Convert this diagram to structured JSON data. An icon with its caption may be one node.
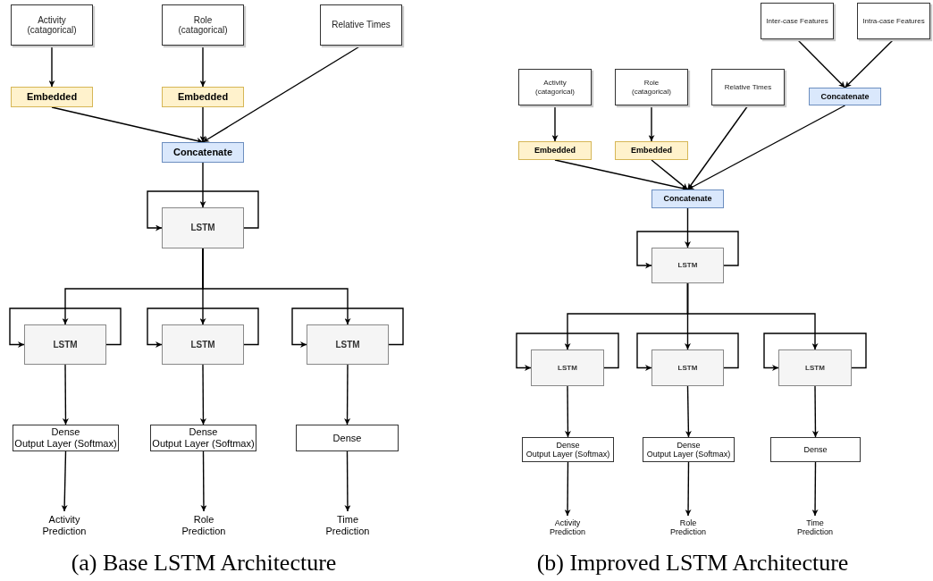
{
  "diagram": {
    "nodes": [
      {
        "text": [
          "Activity (catagorical)"
        ]
      },
      {
        "text": [
          "Role (catagorical)"
        ]
      },
      {
        "text": [
          "Relative Times"
        ]
      },
      {
        "text": [
          "Embedded"
        ]
      },
      {
        "text": [
          "Embedded"
        ]
      },
      {
        "text": [
          "Concatenate"
        ]
      },
      {
        "text": [
          "LSTM"
        ]
      },
      {
        "text": [
          "LSTM"
        ]
      },
      {
        "text": [
          "LSTM"
        ]
      },
      {
        "text": [
          "LSTM"
        ]
      },
      {
        "text": [
          "Dense",
          "Output Layer (Softmax)"
        ]
      },
      {
        "text": [
          "Dense",
          "Output Layer (Softmax)"
        ]
      },
      {
        "text": [
          "Dense"
        ]
      },
      {
        "text": [
          "Activity Prediction"
        ]
      },
      {
        "text": [
          "Role Prediction"
        ]
      },
      {
        "text": [
          "Time Prediction"
        ]
      },
      {
        "text": [
          "Inter-case Features"
        ]
      },
      {
        "text": [
          "Intra-case Features"
        ]
      },
      {
        "text": [
          "Activity (catagorical)"
        ]
      },
      {
        "text": [
          "Role (catagorical)"
        ]
      },
      {
        "text": [
          "Relative Times"
        ]
      },
      {
        "text": [
          "Concatenate"
        ]
      },
      {
        "text": [
          "Embedded"
        ]
      },
      {
        "text": [
          "Embedded"
        ]
      },
      {
        "text": [
          "Concatenate"
        ]
      },
      {
        "text": [
          "LSTM"
        ]
      },
      {
        "text": [
          "LSTM"
        ]
      },
      {
        "text": [
          "LSTM"
        ]
      },
      {
        "text": [
          "LSTM"
        ]
      },
      {
        "text": [
          "Dense",
          "Output Layer (Softmax)"
        ]
      },
      {
        "text": [
          "Dense",
          "Output Layer (Softmax)"
        ]
      },
      {
        "text": [
          "Dense"
        ]
      },
      {
        "text": [
          "Activity Prediction"
        ]
      },
      {
        "text": [
          "Role Prediction"
        ]
      },
      {
        "text": [
          "Time Prediction"
        ]
      }
    ],
    "edges": [
      {
        "from": 0,
        "to": 3,
        "arrow": "to"
      },
      {
        "from": 1,
        "to": 4,
        "arrow": "to"
      },
      {
        "from": 3,
        "to": 5,
        "arrow": "to"
      },
      {
        "from": 4,
        "to": 5,
        "arrow": "to"
      },
      {
        "from": 2,
        "to": 5,
        "arrow": "to"
      },
      {
        "from": 5,
        "to": 6,
        "arrow": "to"
      },
      {
        "from": 6,
        "to": 6,
        "arrow": "to"
      },
      {
        "from": 6,
        "to": 7,
        "arrow": "to"
      },
      {
        "from": 6,
        "to": 8,
        "arrow": "to"
      },
      {
        "from": 6,
        "to": 9,
        "arrow": "to"
      },
      {
        "from": 7,
        "to": 7,
        "arrow": "to"
      },
      {
        "from": 8,
        "to": 8,
        "arrow": "to"
      },
      {
        "from": 9,
        "to": 9,
        "arrow": "to"
      },
      {
        "from": 7,
        "to": 10,
        "arrow": "to"
      },
      {
        "from": 8,
        "to": 11,
        "arrow": "to"
      },
      {
        "from": 9,
        "to": 12,
        "arrow": "to"
      },
      {
        "from": 10,
        "to": 13,
        "arrow": "to"
      },
      {
        "from": 11,
        "to": 14,
        "arrow": "to"
      },
      {
        "from": 12,
        "to": 15,
        "arrow": "to"
      },
      {
        "from": 16,
        "to": 21,
        "arrow": "to"
      },
      {
        "from": 17,
        "to": 21,
        "arrow": "to"
      },
      {
        "from": 18,
        "to": 22,
        "arrow": "to"
      },
      {
        "from": 19,
        "to": 23,
        "arrow": "to"
      },
      {
        "from": 22,
        "to": 24,
        "arrow": "to"
      },
      {
        "from": 23,
        "to": 24,
        "arrow": "to"
      },
      {
        "from": 20,
        "to": 24,
        "arrow": "to"
      },
      {
        "from": 21,
        "to": 24,
        "arrow": "to"
      },
      {
        "from": 24,
        "to": 25,
        "arrow": "to"
      },
      {
        "from": 25,
        "to": 25,
        "arrow": "to"
      },
      {
        "from": 25,
        "to": 26,
        "arrow": "to"
      },
      {
        "from": 25,
        "to": 27,
        "arrow": "to"
      },
      {
        "from": 25,
        "to": 28,
        "arrow": "to"
      },
      {
        "from": 26,
        "to": 26,
        "arrow": "to"
      },
      {
        "from": 27,
        "to": 27,
        "arrow": "to"
      },
      {
        "from": 28,
        "to": 28,
        "arrow": "to"
      },
      {
        "from": 26,
        "to": 29,
        "arrow": "to"
      },
      {
        "from": 27,
        "to": 30,
        "arrow": "to"
      },
      {
        "from": 28,
        "to": 31,
        "arrow": "to"
      },
      {
        "from": 29,
        "to": 32,
        "arrow": "to"
      },
      {
        "from": 30,
        "to": 33,
        "arrow": "to"
      },
      {
        "from": 31,
        "to": 34,
        "arrow": "to"
      }
    ],
    "labels": [
      "(a) Base LSTM Architecture",
      "(b) Improved LSTM Architecture"
    ]
  }
}
